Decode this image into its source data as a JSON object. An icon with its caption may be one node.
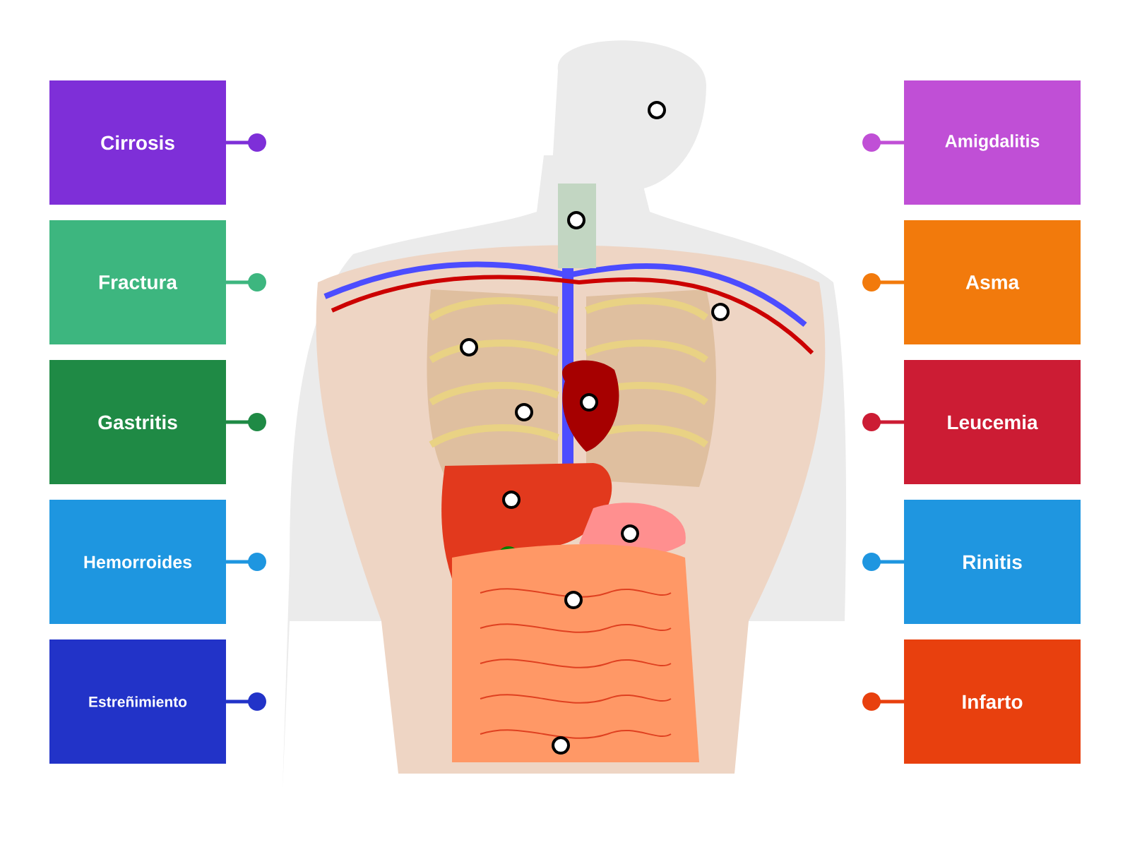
{
  "diagram": {
    "nodes": [
      {
        "text": [
          "Cirrosis"
        ]
      },
      {
        "text": [
          "Fractura"
        ]
      },
      {
        "text": [
          "Gastritis"
        ]
      },
      {
        "text": [
          "Hemorroides"
        ]
      },
      {
        "text": [
          "Estreñimiento"
        ]
      },
      {
        "text": [
          "Amigdalitis"
        ]
      },
      {
        "text": [
          "Asma"
        ]
      },
      {
        "text": [
          "Leucemia"
        ]
      },
      {
        "text": [
          "Rinitis"
        ]
      },
      {
        "text": [
          "Infarto"
        ]
      },
      {
        "text": [],
        "shape": "circle"
      },
      {
        "text": [],
        "shape": "circle"
      },
      {
        "text": [],
        "shape": "circle"
      },
      {
        "text": [],
        "shape": "circle"
      },
      {
        "text": [],
        "shape": "circle"
      },
      {
        "text": [],
        "shape": "circle"
      },
      {
        "text": [],
        "shape": "circle"
      },
      {
        "text": [],
        "shape": "circle"
      },
      {
        "text": [],
        "shape": "circle"
      },
      {
        "text": [],
        "shape": "circle"
      }
    ]
  }
}
